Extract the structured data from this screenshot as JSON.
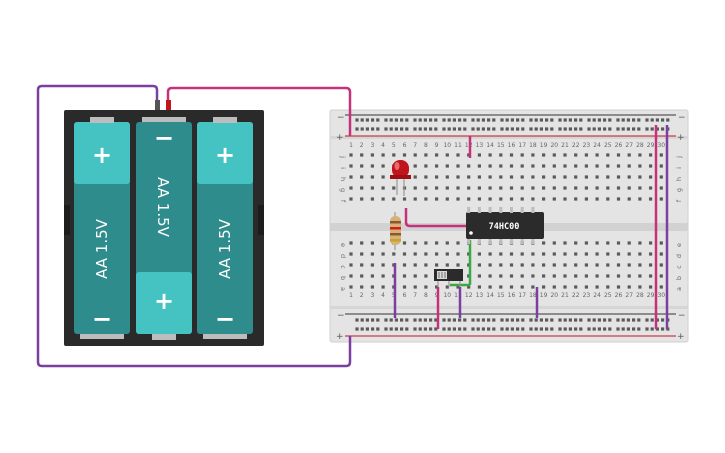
{
  "battery_pack": {
    "cells": [
      {
        "label": "AA 1.5V",
        "top_sign": "+",
        "bottom_sign": "−"
      },
      {
        "label": "AA 1.5V",
        "top_sign": "−",
        "bottom_sign": "+"
      },
      {
        "label": "AA 1.5V",
        "top_sign": "+",
        "bottom_sign": "−"
      }
    ]
  },
  "breadboard": {
    "rail_plus": "+",
    "rail_minus": "−",
    "column_numbers": [
      "1",
      "2",
      "3",
      "4",
      "5",
      "6",
      "7",
      "8",
      "9",
      "10",
      "11",
      "12",
      "13",
      "14",
      "15",
      "16",
      "17",
      "18",
      "19",
      "20",
      "21",
      "22",
      "23",
      "24",
      "25",
      "26",
      "27",
      "28",
      "29",
      "30"
    ],
    "upper_row_letters": [
      "j",
      "i",
      "h",
      "g",
      "f"
    ],
    "lower_row_letters": [
      "e",
      "d",
      "c",
      "b",
      "a"
    ]
  },
  "components": {
    "chip_label": "74HC00"
  },
  "colors": {
    "wire_purple": "#7b3fa0",
    "wire_magenta": "#c4327a",
    "wire_green": "#3aa845",
    "battery_teal": "#2f8c8c",
    "battery_light": "#45c3c3",
    "led_red": "#c0151a",
    "chip_body": "#2b2b2b"
  }
}
